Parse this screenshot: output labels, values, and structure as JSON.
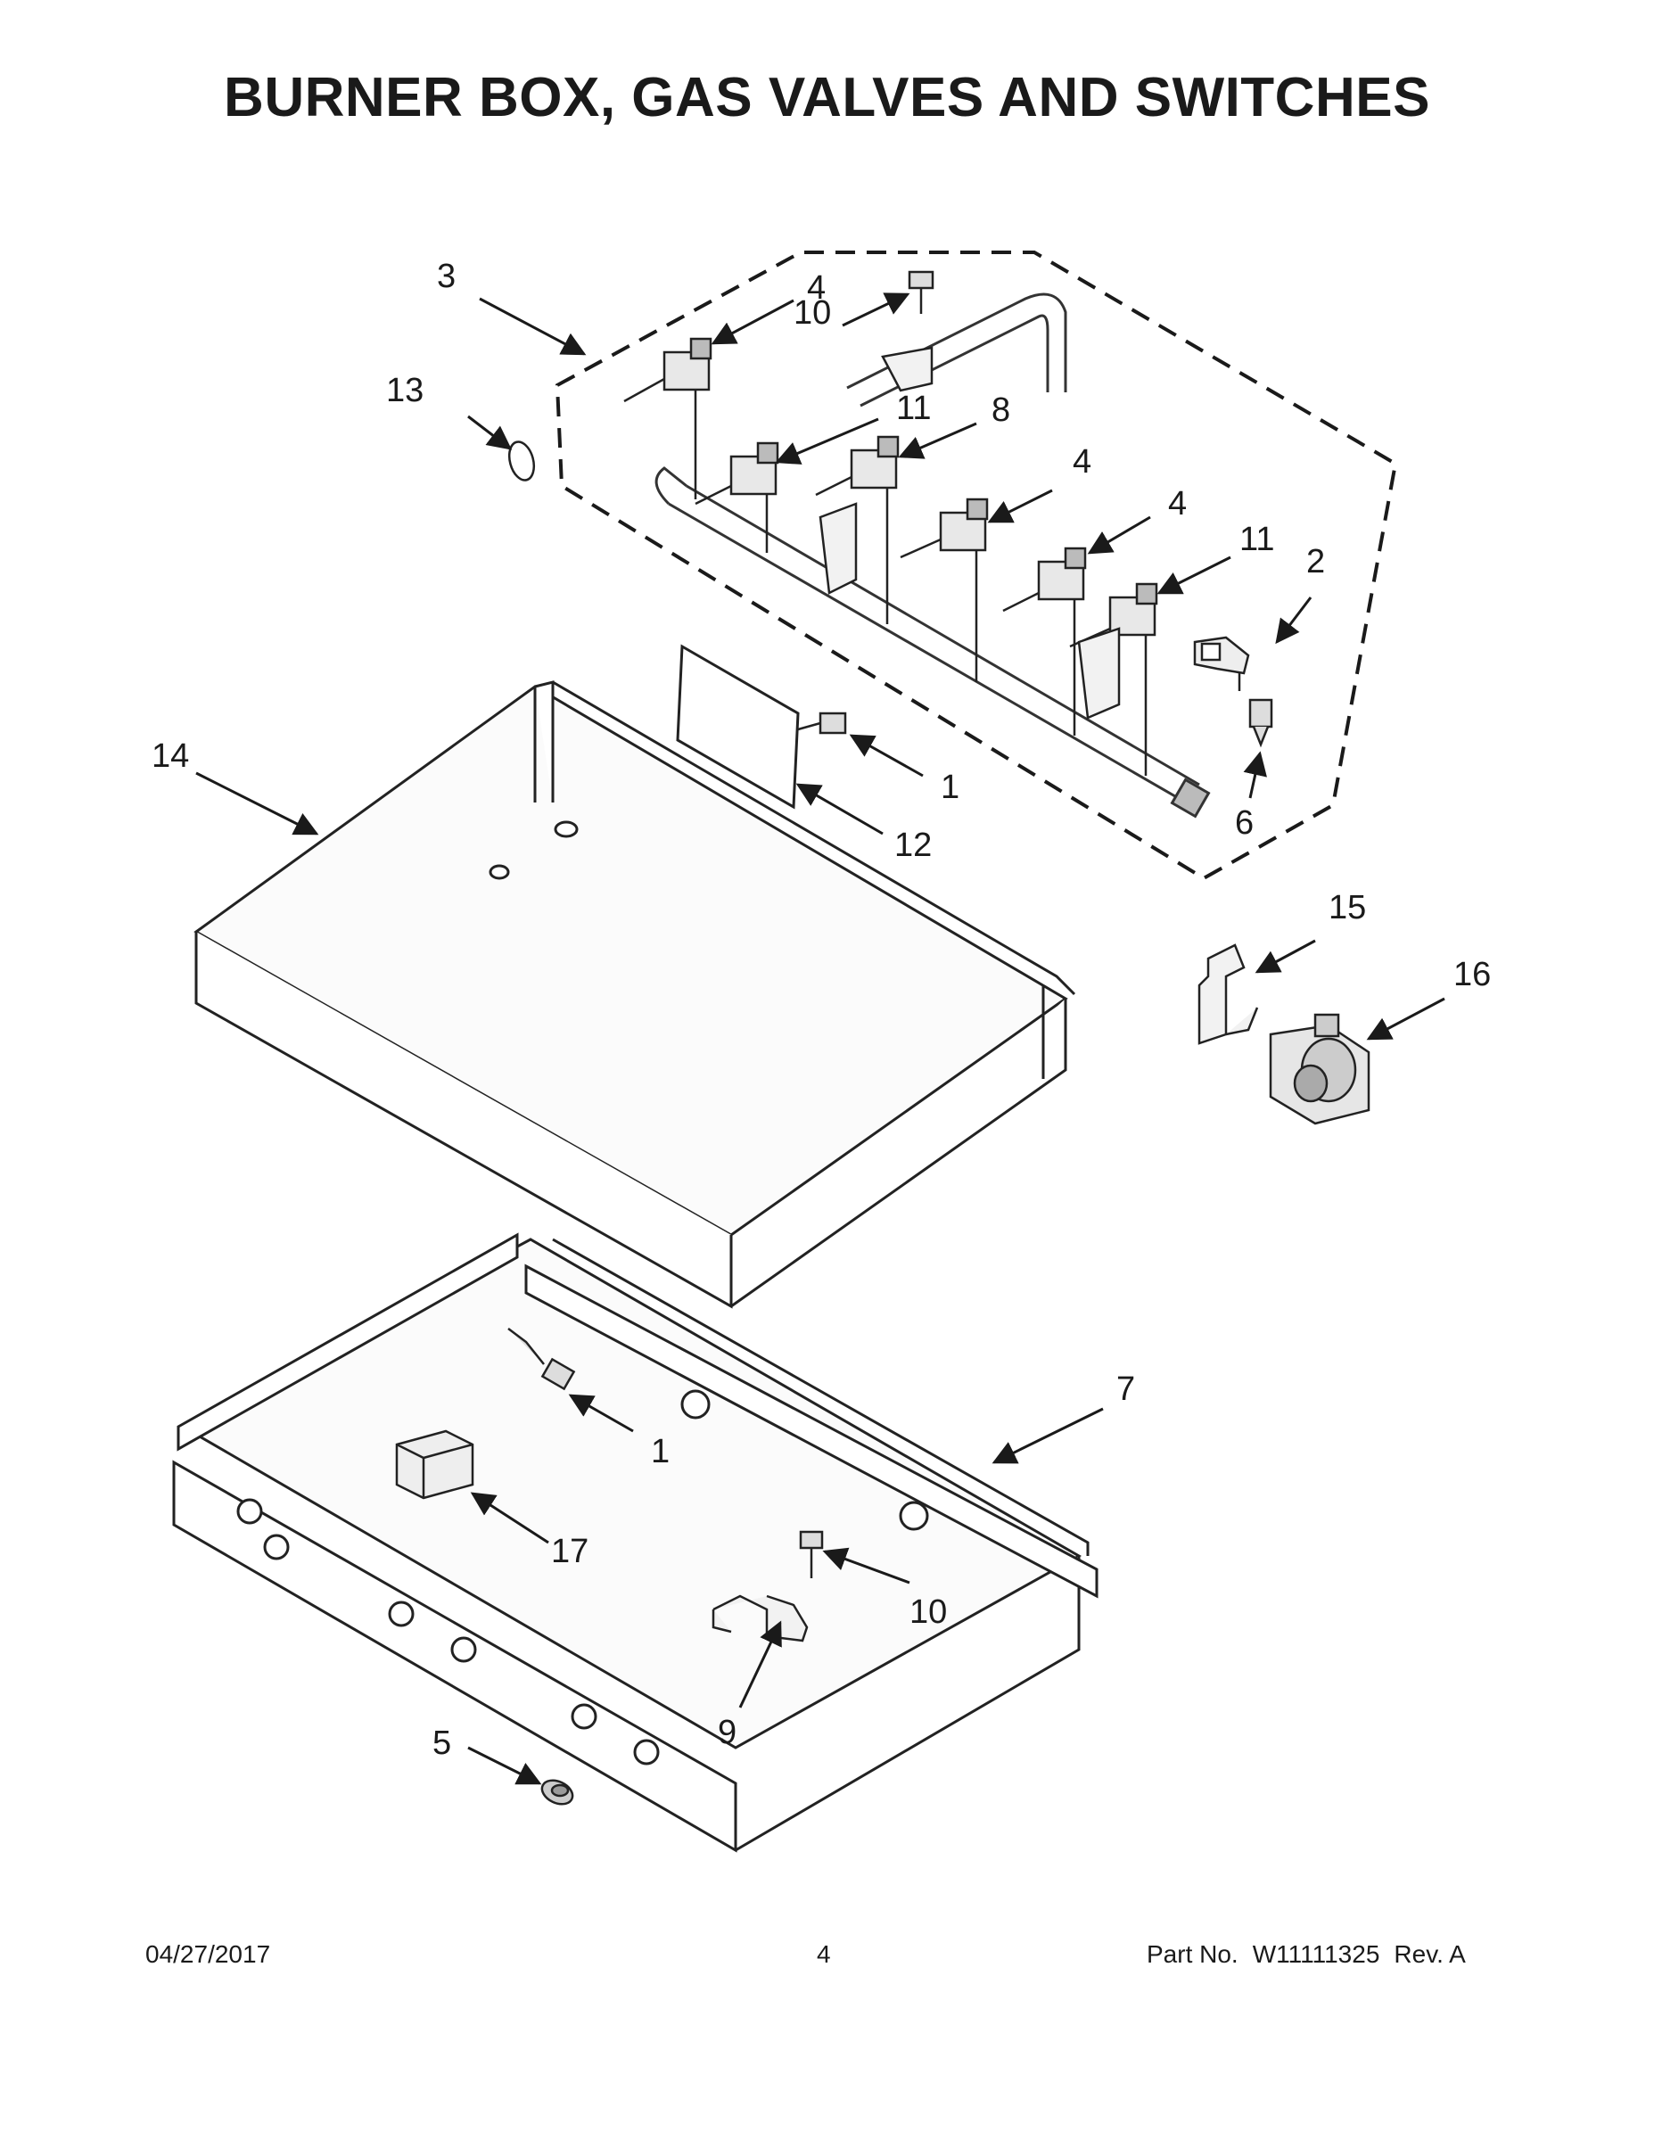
{
  "page": {
    "title": "BURNER BOX, GAS VALVES AND SWITCHES"
  },
  "callouts": [
    "3",
    "4",
    "10",
    "13",
    "11",
    "8",
    "4",
    "4",
    "11",
    "2",
    "1",
    "14",
    "12",
    "6",
    "15",
    "16",
    "7",
    "1",
    "17",
    "10",
    "9",
    "5"
  ],
  "footer": {
    "date": "04/27/2017",
    "page_number": "4",
    "part_label": "Part No.",
    "part_number": "W11111325",
    "revision": "Rev. A"
  }
}
